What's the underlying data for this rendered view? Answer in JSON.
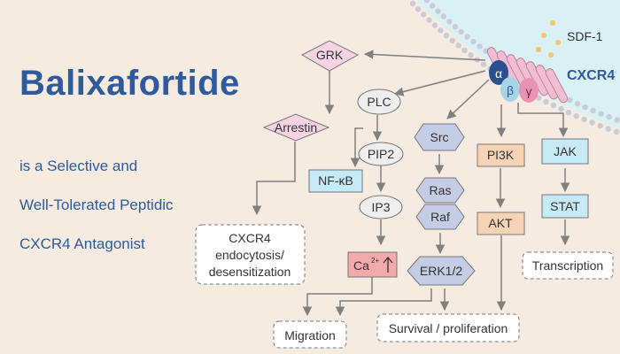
{
  "title": "Balixafortide",
  "subtitle_lines": [
    "is a Selective and",
    "Well-Tolerated Peptidic",
    "CXCR4 Antagonist"
  ],
  "ligand": "SDF-1",
  "receptor": "CXCR4",
  "subunits": {
    "alpha": "α",
    "beta": "β",
    "gamma": "γ"
  },
  "nodes": {
    "grk": "GRK",
    "arrestin": "Arrestin",
    "plc": "PLC",
    "pip2": "PIP2",
    "nfkb": "NF-κB",
    "ip3": "IP3",
    "ca_base": "Ca",
    "ca_sup": "2+",
    "src": "Src",
    "ras": "Ras",
    "raf": "Raf",
    "erk": "ERK1/2",
    "pi3k": "PI3K",
    "akt": "AKT",
    "jak": "JAK",
    "stat": "STAT"
  },
  "outcomes": {
    "endocytosis": [
      "CXCR4",
      "endocytosis/",
      "desensitization"
    ],
    "transcription": "Transcription",
    "migration": "Migration",
    "survival": "Survival / proliferation"
  },
  "colors": {
    "title": "#2f5a9c",
    "background": "#f5ebe1",
    "membrane": "#d9f0f5",
    "helix": "#f2bdd0",
    "alpha": "#2c4f8f",
    "beta": "#a8d4ea",
    "gamma": "#e892b4",
    "kinase_hex": "#c5cce6",
    "pink_diamond": "#f6d3e2",
    "cyan_box": "#c6eaf6",
    "peach_box": "#f7d3b6",
    "ca_box": "#f4aaab",
    "arrow": "#808080"
  }
}
